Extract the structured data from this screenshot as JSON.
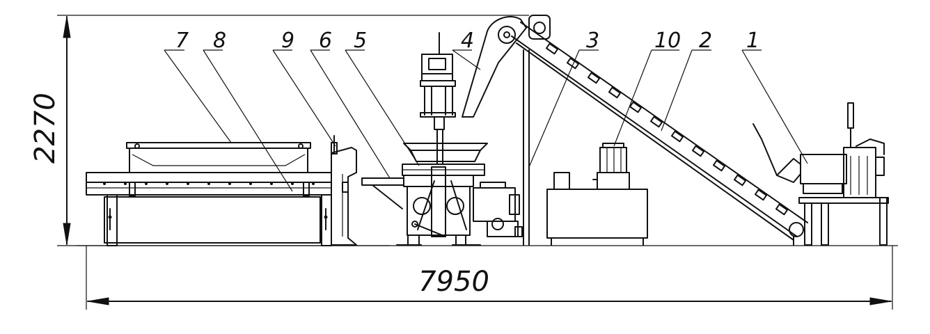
{
  "dimensions": {
    "height": "2270",
    "width": "7950"
  },
  "callouts": [
    "7",
    "8",
    "9",
    "6",
    "5",
    "4",
    "3",
    "10",
    "2",
    "1"
  ]
}
